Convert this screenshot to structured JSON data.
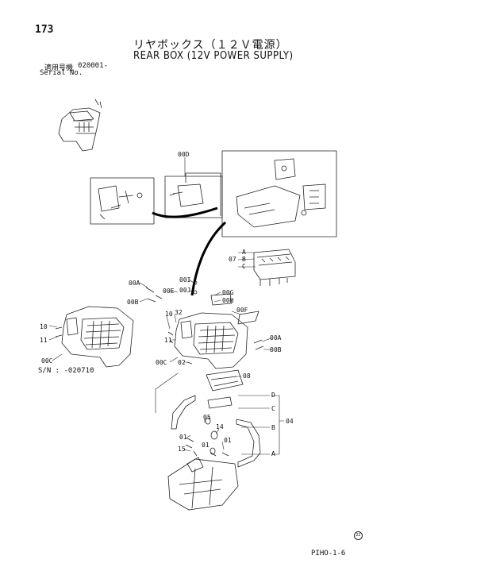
{
  "page_number": "173",
  "title_jp": "リヤボックス（１２Ｖ電源）",
  "title_en": "REAR BOX (12V POWER SUPPLY)",
  "serial": {
    "jp_label": "適用号機",
    "value": "020001-",
    "en_label": "Serial No."
  },
  "sn_note": "S/N : -020710",
  "footer_code": "PIHO-1-6",
  "mark": "22",
  "labels": {
    "l00D": "00D",
    "l07": "07",
    "l07A": "A",
    "l07B": "B",
    "l07C": "C",
    "l00A_left": "00A",
    "l00E": "00E",
    "l00I": "00I",
    "l00J": "00J",
    "l00G": "00G",
    "l00H": "00H",
    "l00B_left": "00B",
    "l00F": "00F",
    "l10_right": "10",
    "l32": "32",
    "l11_right": "11",
    "l00A_right": "00A",
    "l00B_right": "00B",
    "l10_left": "10",
    "l11_left": "11",
    "l00C_left": "00C",
    "l00C_right": "00C",
    "l02": "02",
    "l08": "08",
    "l04D": "D",
    "l04C": "C",
    "l04": "04",
    "l04B": "B",
    "l04A": "A",
    "l05": "05",
    "l14": "14",
    "l01a": "01",
    "l01b": "01",
    "l01c": "01",
    "l15": "15"
  }
}
